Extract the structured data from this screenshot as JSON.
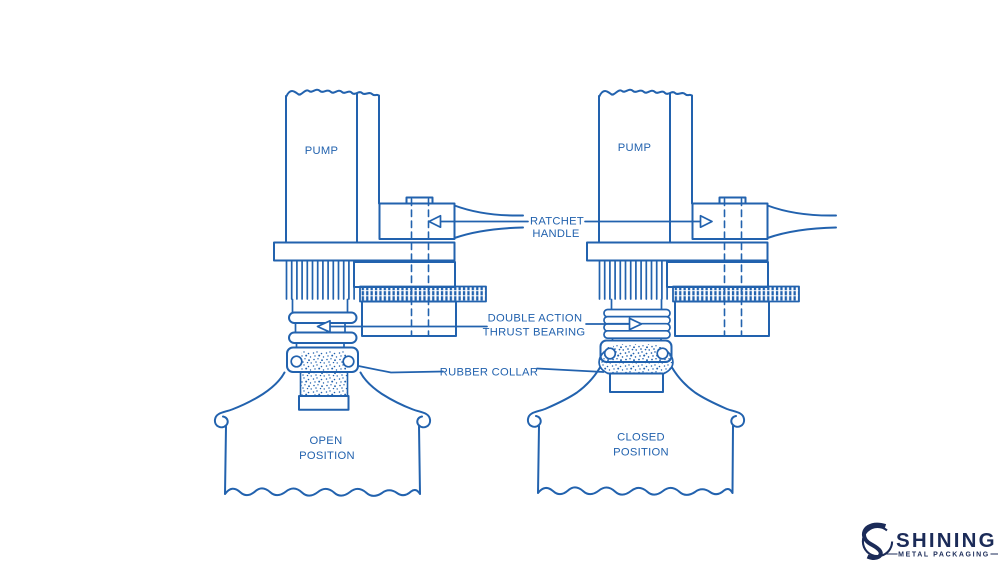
{
  "diagram": {
    "type": "technical-line-drawing",
    "subject": "pail pump clamping mechanism, open vs closed position",
    "line_color": "#2262ae",
    "background": "#ffffff",
    "labels": {
      "pump": "PUMP",
      "ratchet_handle": [
        "RATCHET",
        "HANDLE"
      ],
      "thrust_bearing": [
        "DOUBLE ACTION",
        "THRUST BEARING"
      ],
      "rubber_collar": "RUBBER COLLAR",
      "open_position": [
        "OPEN",
        "POSITION"
      ],
      "closed_position": [
        "CLOSED",
        "POSITION"
      ]
    }
  },
  "logo": {
    "brand": "SHINING",
    "tagline": "METAL PACKAGING",
    "color": "#1b2b58"
  }
}
